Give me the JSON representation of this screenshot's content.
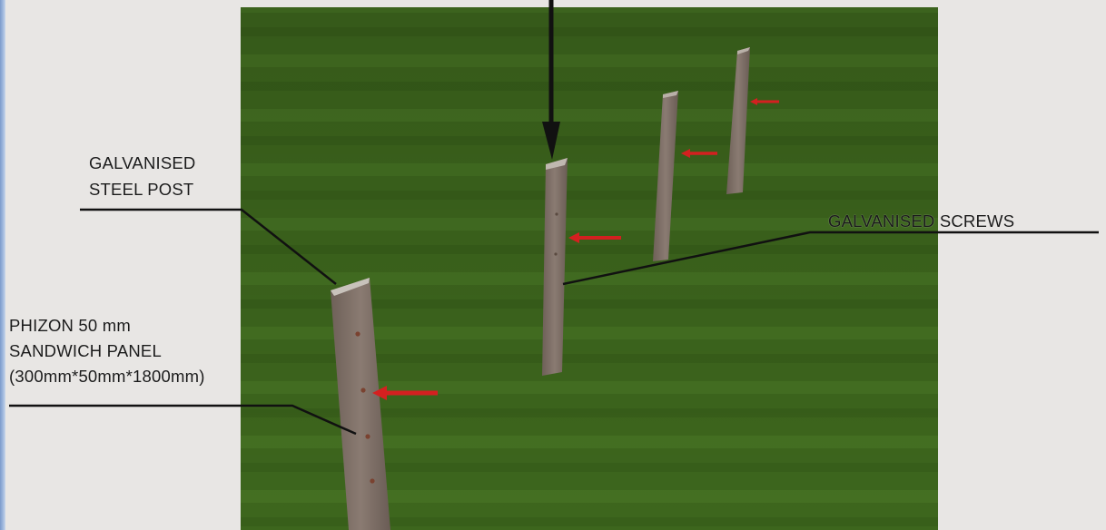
{
  "labels": {
    "steel_post": [
      "GALVANISED",
      "STEEL POST"
    ],
    "screws": "GALVANISED SCREWS",
    "panel": [
      "PHIZON 50 mm",
      "SANDWICH PANEL",
      "(300mm*50mm*1800mm)"
    ]
  },
  "colors": {
    "grass": "#3f6a1e",
    "post": "#7d6e66",
    "arrow_red": "#d42020",
    "leader": "#111111",
    "background": "#e8e6e4"
  }
}
